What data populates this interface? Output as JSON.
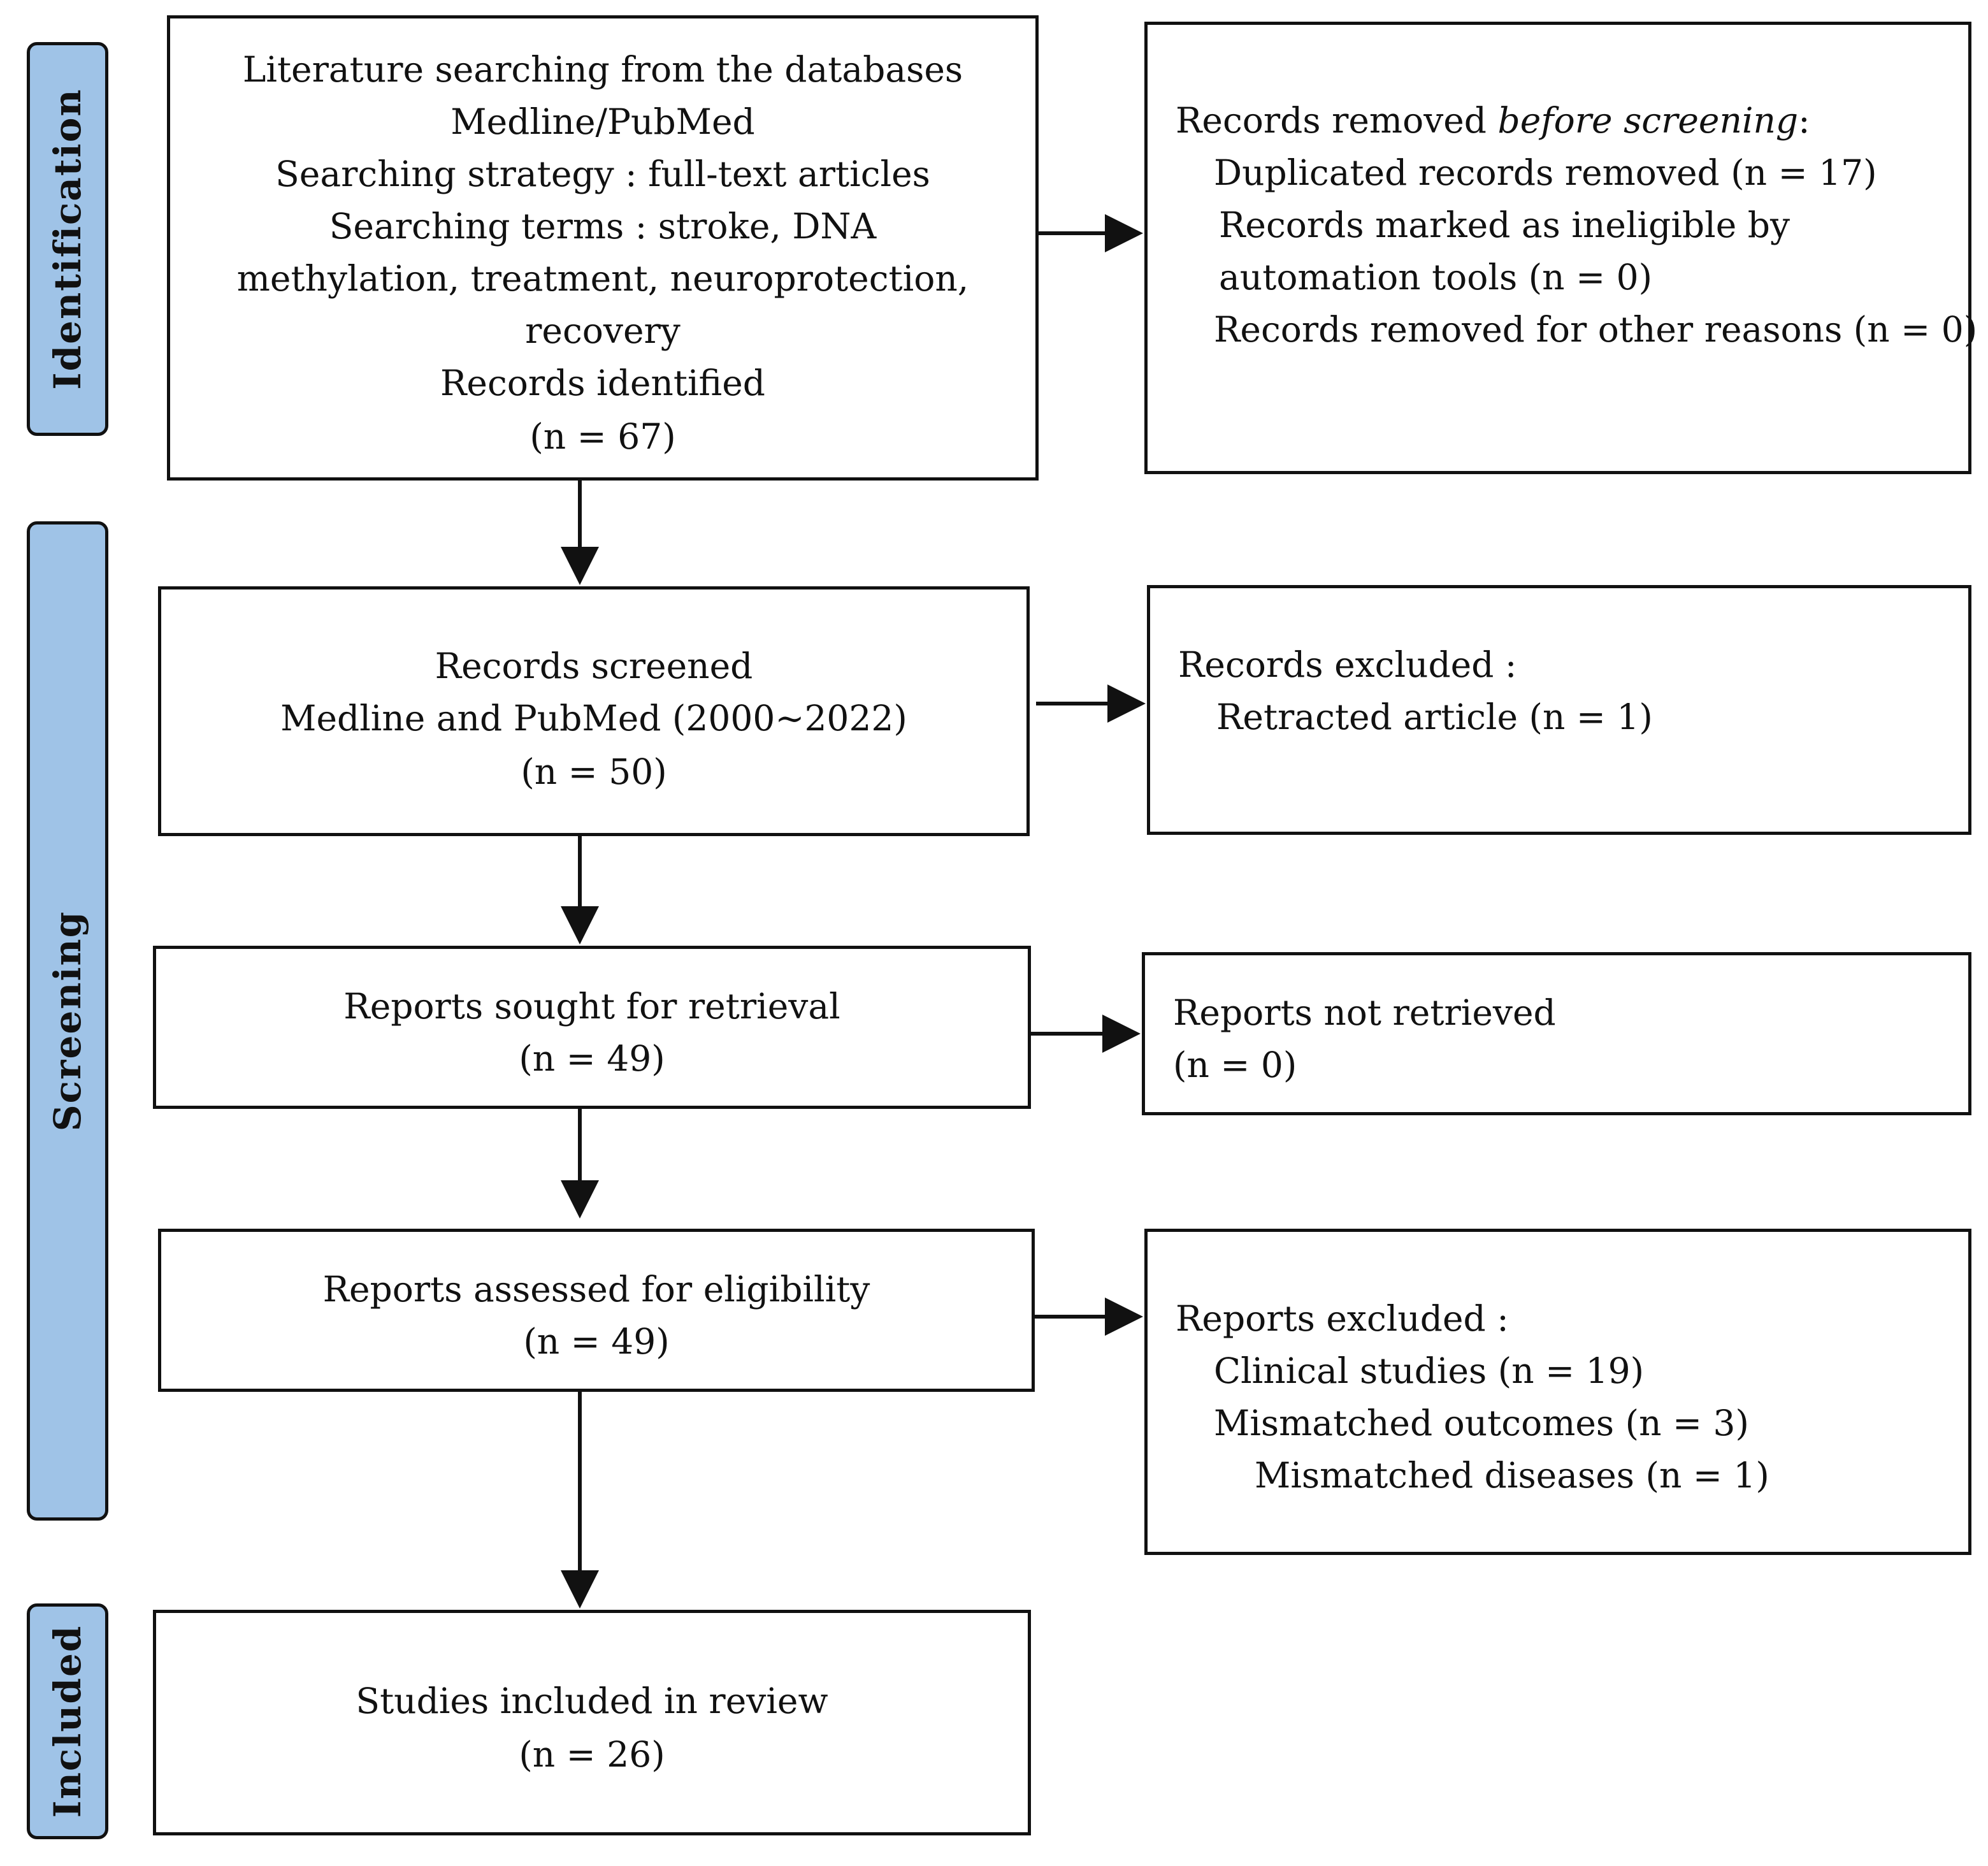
{
  "phases": {
    "identification": "Identification",
    "screening": "Screening",
    "included": "Included"
  },
  "identification_box": {
    "lines": [
      "Literature searching from the databases",
      "Medline/PubMed",
      "Searching strategy : full-text articles",
      "Searching terms : stroke, DNA",
      "methylation, treatment, neuroprotection,",
      "recovery",
      "Records identified",
      "(n = 67)"
    ]
  },
  "removed_box": {
    "title_prefix": "Records removed ",
    "title_italic": "before screening",
    "title_suffix": ":",
    "duplicated": "Duplicated records removed (n = 17)",
    "ineligible_1": "Records marked as ineligible by",
    "ineligible_2": "automation tools (n = 0)",
    "other": "Records removed for other reasons (n = 0)"
  },
  "screened_box": {
    "title": "Records screened",
    "source": "Medline and PubMed (2000~2022)",
    "count": "(n = 50)"
  },
  "excluded_box": {
    "title": "Records excluded :",
    "retracted": "Retracted article (n = 1)"
  },
  "sought_box": {
    "title": "Reports sought for retrieval",
    "count": "(n = 49)"
  },
  "not_retrieved_box": {
    "title": "Reports not retrieved",
    "count": "(n = 0)"
  },
  "assessed_box": {
    "title": "Reports assessed for eligibility",
    "count": "(n = 49)"
  },
  "reports_excluded_box": {
    "title": "Reports excluded :",
    "clinical": "Clinical studies (n = 19)",
    "outcomes": "Mismatched outcomes (n = 3)",
    "diseases": "Mismatched diseases (n = 1)"
  },
  "included_box": {
    "title": "Studies included in review",
    "count": "(n = 26)"
  }
}
